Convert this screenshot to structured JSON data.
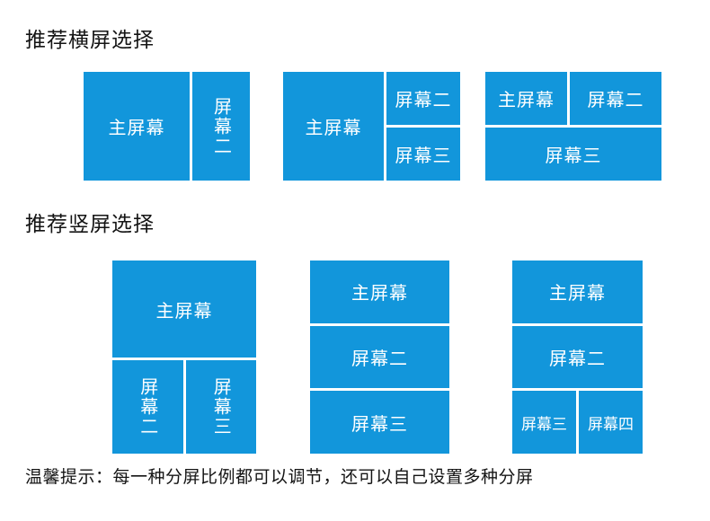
{
  "colors": {
    "accent": "#1296db",
    "cell_text": "#ffffff",
    "heading_text": "#141414",
    "background": "#ffffff"
  },
  "landscape": {
    "title": "推荐横屏选择",
    "layouts": [
      {
        "name": "main-with-right-strip",
        "cells": [
          "主屏幕",
          "屏幕二"
        ]
      },
      {
        "name": "main-with-two-right",
        "cells": [
          "主屏幕",
          "屏幕二",
          "屏幕三"
        ]
      },
      {
        "name": "two-top-one-bottom",
        "cells": [
          "主屏幕",
          "屏幕二",
          "屏幕三"
        ]
      }
    ]
  },
  "portrait": {
    "title": "推荐竖屏选择",
    "layouts": [
      {
        "name": "main-with-two-bottom",
        "cells": [
          "主屏幕",
          "屏幕二",
          "屏幕三"
        ]
      },
      {
        "name": "three-rows",
        "cells": [
          "主屏幕",
          "屏幕二",
          "屏幕三"
        ]
      },
      {
        "name": "two-rows-two-bottom",
        "cells": [
          "主屏幕",
          "屏幕二",
          "屏幕三",
          "屏幕四"
        ]
      }
    ]
  },
  "footer": {
    "tip": "温馨提示：每一种分屏比例都可以调节，还可以自己设置多种分屏"
  }
}
